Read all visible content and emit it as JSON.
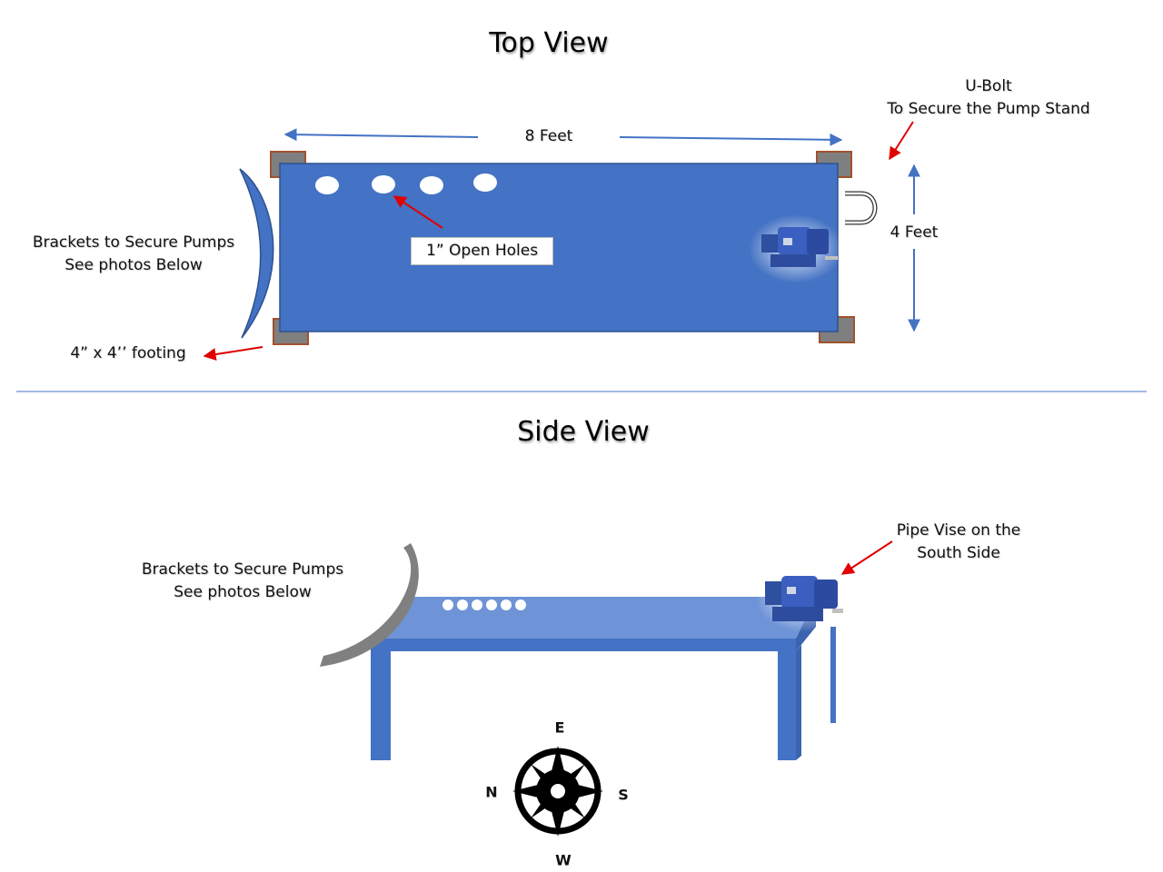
{
  "top_view": {
    "title": "Top View",
    "length_label": "8 Feet",
    "width_label": "4 Feet",
    "ubolt_label": [
      "U-Bolt",
      "To Secure the Pump Stand"
    ],
    "brackets_label": [
      "Brackets to Secure Pumps",
      "See photos Below"
    ],
    "holes_label": "1” Open Holes",
    "footing_label": "4” x 4’’ footing"
  },
  "side_view": {
    "title": "Side View",
    "brackets_label": [
      "Brackets to Secure Pumps",
      "See photos Below"
    ],
    "vise_label": [
      "Pipe Vise on the",
      "South Side"
    ]
  },
  "compass": {
    "top": "E",
    "left": "N",
    "right": "S",
    "bottom": "W"
  },
  "colors": {
    "table_blue": "#4472c4",
    "table_top_light": "#6e93d6",
    "footing_gray": "#7f7f7f",
    "footing_brown": "#a0522d",
    "annotation_red": "#e00000",
    "dimension_blue": "#4472c4",
    "bracket_gray": "#808080"
  }
}
